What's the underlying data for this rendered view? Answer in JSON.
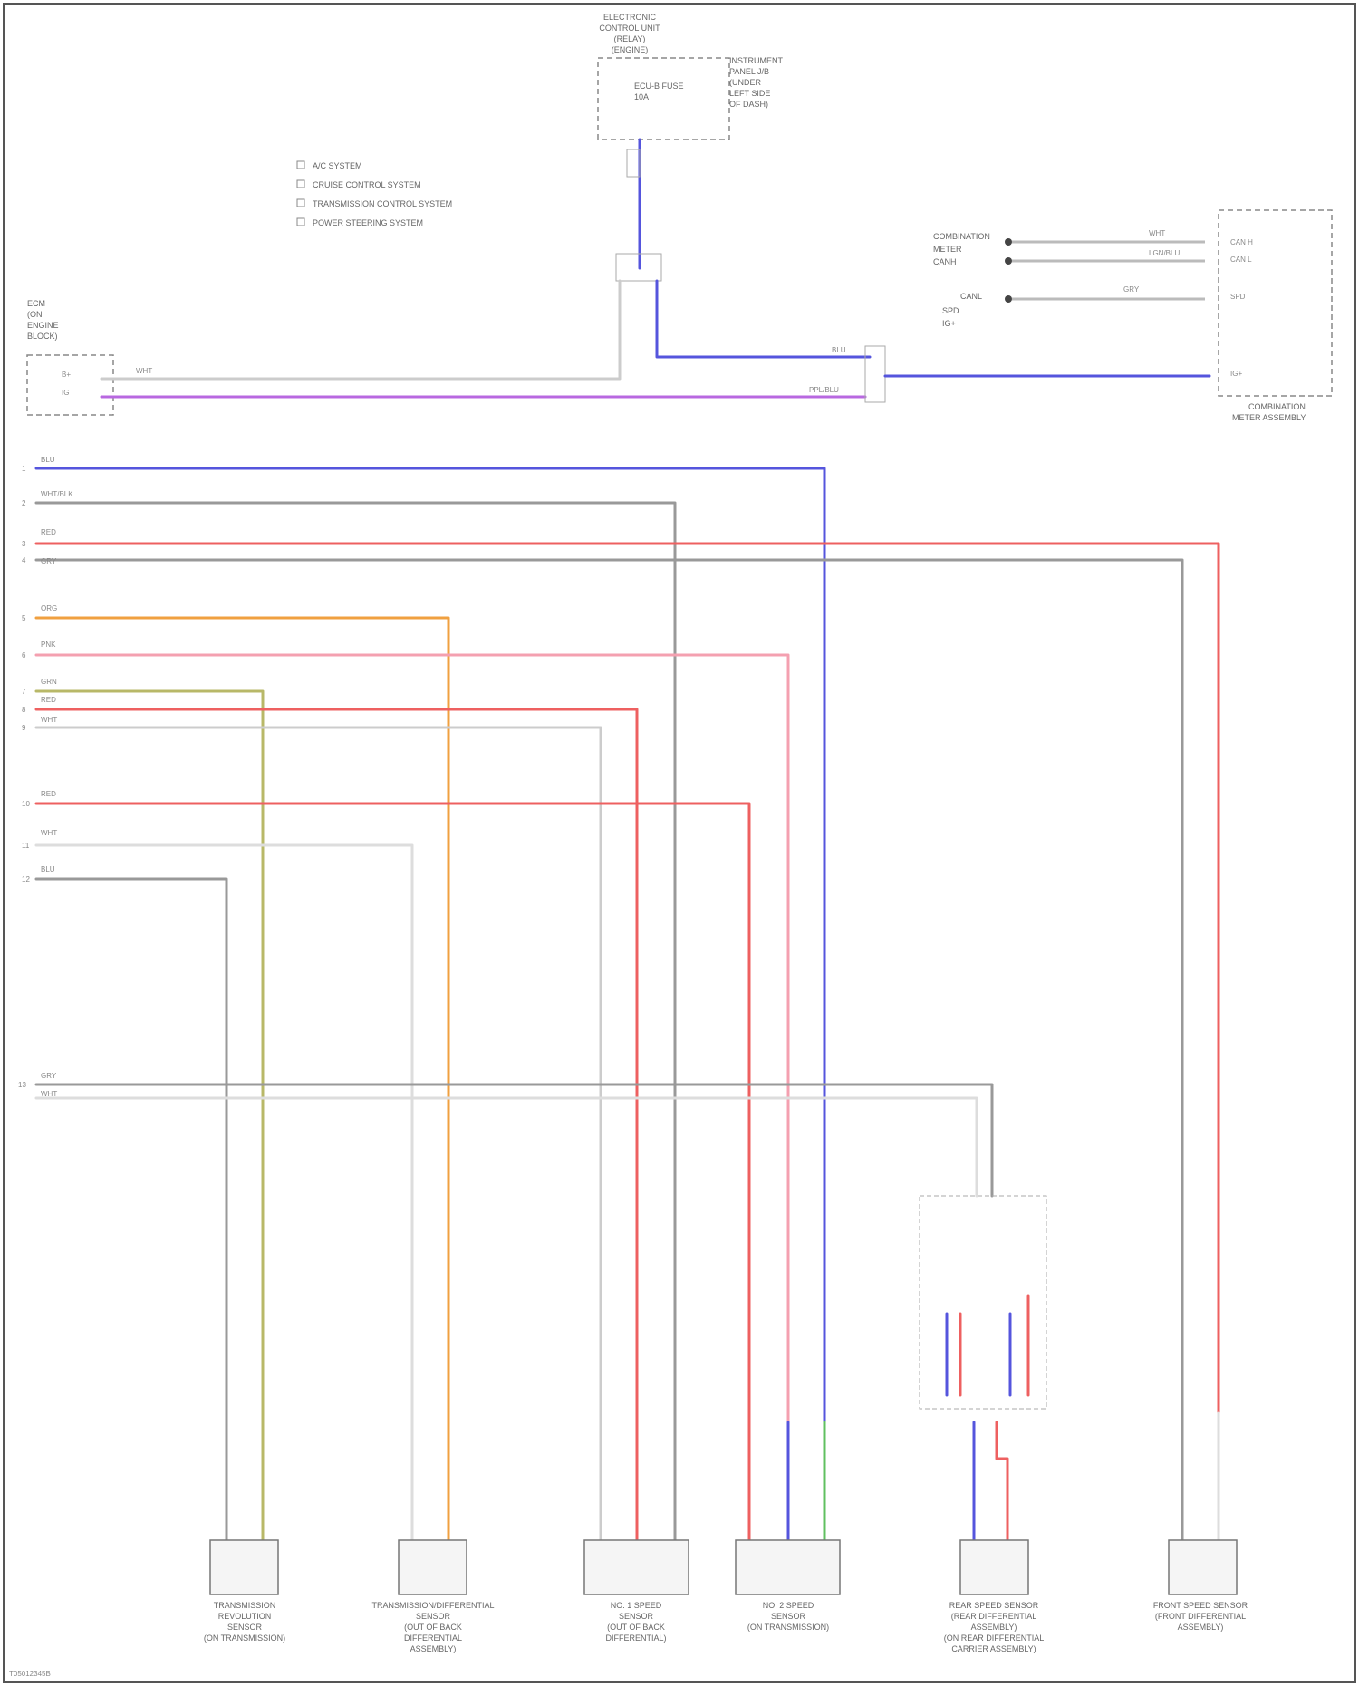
{
  "diagram": {
    "top_module": {
      "label_lines": [
        "ELECTRONIC",
        "CONTROL UNIT",
        "(RELAY)",
        "(ENGINE)"
      ],
      "side_lines": [
        "INSTRUMENT",
        "PANEL J/B",
        "(UNDER",
        "LEFT SIDE",
        "OF DASH)"
      ],
      "inner_lines": [
        "ECU-B FUSE",
        "10A"
      ]
    },
    "legend": [
      "A/C SYSTEM",
      "CRUISE CONTROL SYSTEM",
      "TRANSMISSION CONTROL SYSTEM",
      "POWER STEERING SYSTEM"
    ],
    "left_module": {
      "label_lines": [
        "ECM",
        "(ON",
        "ENGINE",
        "BLOCK)"
      ],
      "pins": [
        "B+",
        "IG"
      ]
    },
    "right_module": {
      "label_lines": [
        "COMBINATION",
        "METER ASSEMBLY"
      ],
      "pins": [
        "CAN H",
        "CAN L",
        "SPD",
        "IG+"
      ],
      "left_labels": [
        "COMBINATION",
        "METER",
        "CANH",
        "CANL",
        "SPD",
        "IG+"
      ]
    },
    "wire_labels": {
      "w1": "BLU",
      "w2": "WHT/BLK",
      "w3": "RED",
      "w4": "GRY",
      "w5": "ORG",
      "w6": "PNK",
      "w7": "GRN",
      "w8": "RED",
      "w9": "WHT",
      "w10": "RED",
      "w11": "WHT",
      "w12": "BLU",
      "w13": "GRY",
      "w14": "WHT",
      "top_blu": "BLU",
      "top_pur": "PPL/BLU",
      "top_wht": "WHT",
      "meter_blu": "LGN/BLU",
      "meter_wht": "WHT",
      "meter_gry": "GRY"
    },
    "pin_numbers": [
      "1",
      "2",
      "3",
      "4",
      "5",
      "6",
      "7",
      "8",
      "9",
      "10",
      "11",
      "12",
      "13"
    ],
    "bottom_components": [
      {
        "label_lines": [
          "TRANSMISSION",
          "REVOLUTION",
          "SENSOR",
          "(ON TRANSMISSION)"
        ]
      },
      {
        "label_lines": [
          "TRANSMISSION/DIFFERENTIAL",
          "SENSOR",
          "(OUT OF BACK",
          "DIFFERENTIAL",
          "ASSEMBLY)"
        ]
      },
      {
        "label_lines": [
          "NO. 1 SPEED",
          "SENSOR",
          "(OUT OF BACK",
          "DIFFERENTIAL)"
        ]
      },
      {
        "label_lines": [
          "NO. 2 SPEED",
          "SENSOR",
          "(ON TRANSMISSION)"
        ]
      },
      {
        "label_lines": [
          "REAR SPEED SENSOR",
          "(REAR DIFFERENTIAL",
          "ASSEMBLY)",
          "(ON REAR DIFFERENTIAL",
          "CARRIER ASSEMBLY)"
        ]
      },
      {
        "label_lines": [
          "FRONT SPEED SENSOR",
          "(FRONT DIFFERENTIAL",
          "ASSEMBLY)"
        ]
      }
    ],
    "footer": "T05012345B"
  },
  "colors": {
    "blue": "#5555dd",
    "purple": "#b868e0",
    "red": "#ee6060",
    "gray": "#999999",
    "lightgray": "#cccccc",
    "orange": "#f0a040",
    "pink": "#f4a0b0",
    "olive": "#b8b868",
    "green": "#60c060"
  }
}
